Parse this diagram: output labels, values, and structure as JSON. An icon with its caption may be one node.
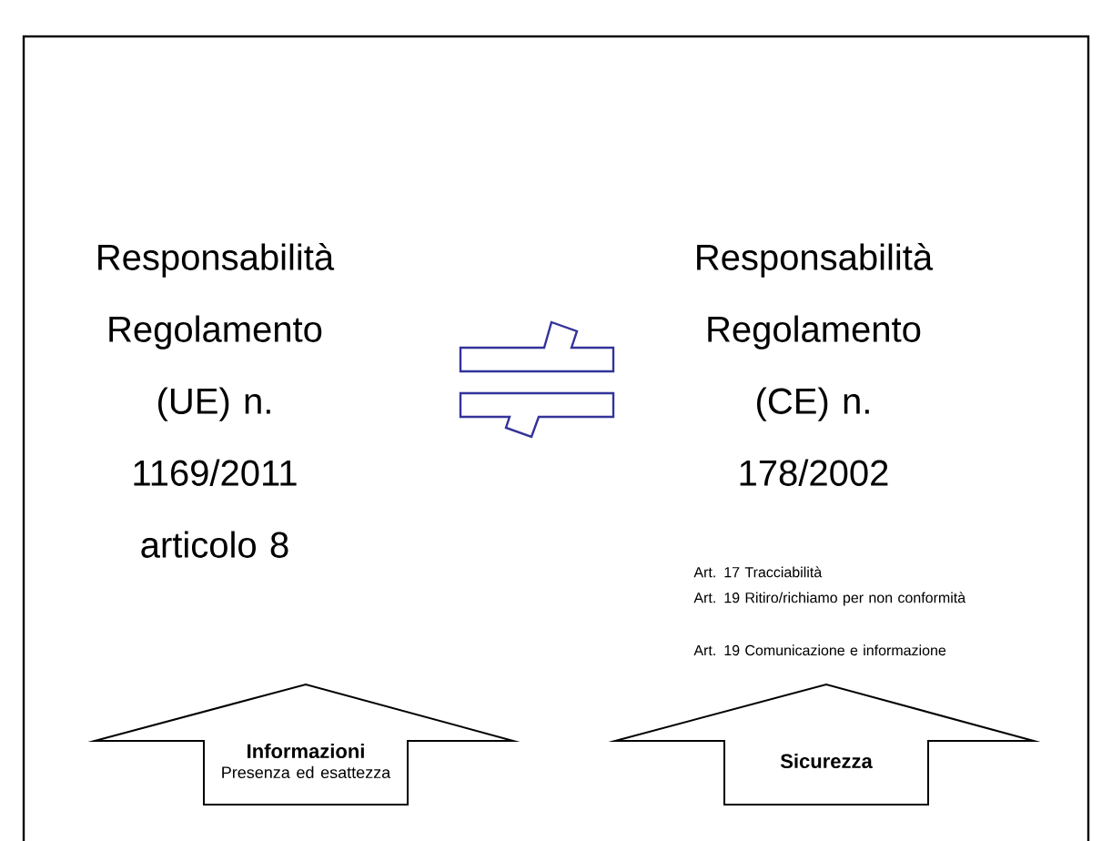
{
  "diagram": {
    "nodes": [
      {
        "text": [
          "Informazioni",
          "Presenza ed esattezza"
        ]
      },
      {
        "text": [
          "Sicurezza"
        ]
      }
    ],
    "labels": [
      "Responsabilità Regolamento (UE) n. 1169/2011 articolo 8",
      "Responsabilità Regolamento (CE) n. 178/2002",
      "Art. 17 Tracciabilità",
      "Art. 19 Ritiro/richiamo per non conformità",
      "Art. 19 Comunicazione e informazione"
    ]
  }
}
